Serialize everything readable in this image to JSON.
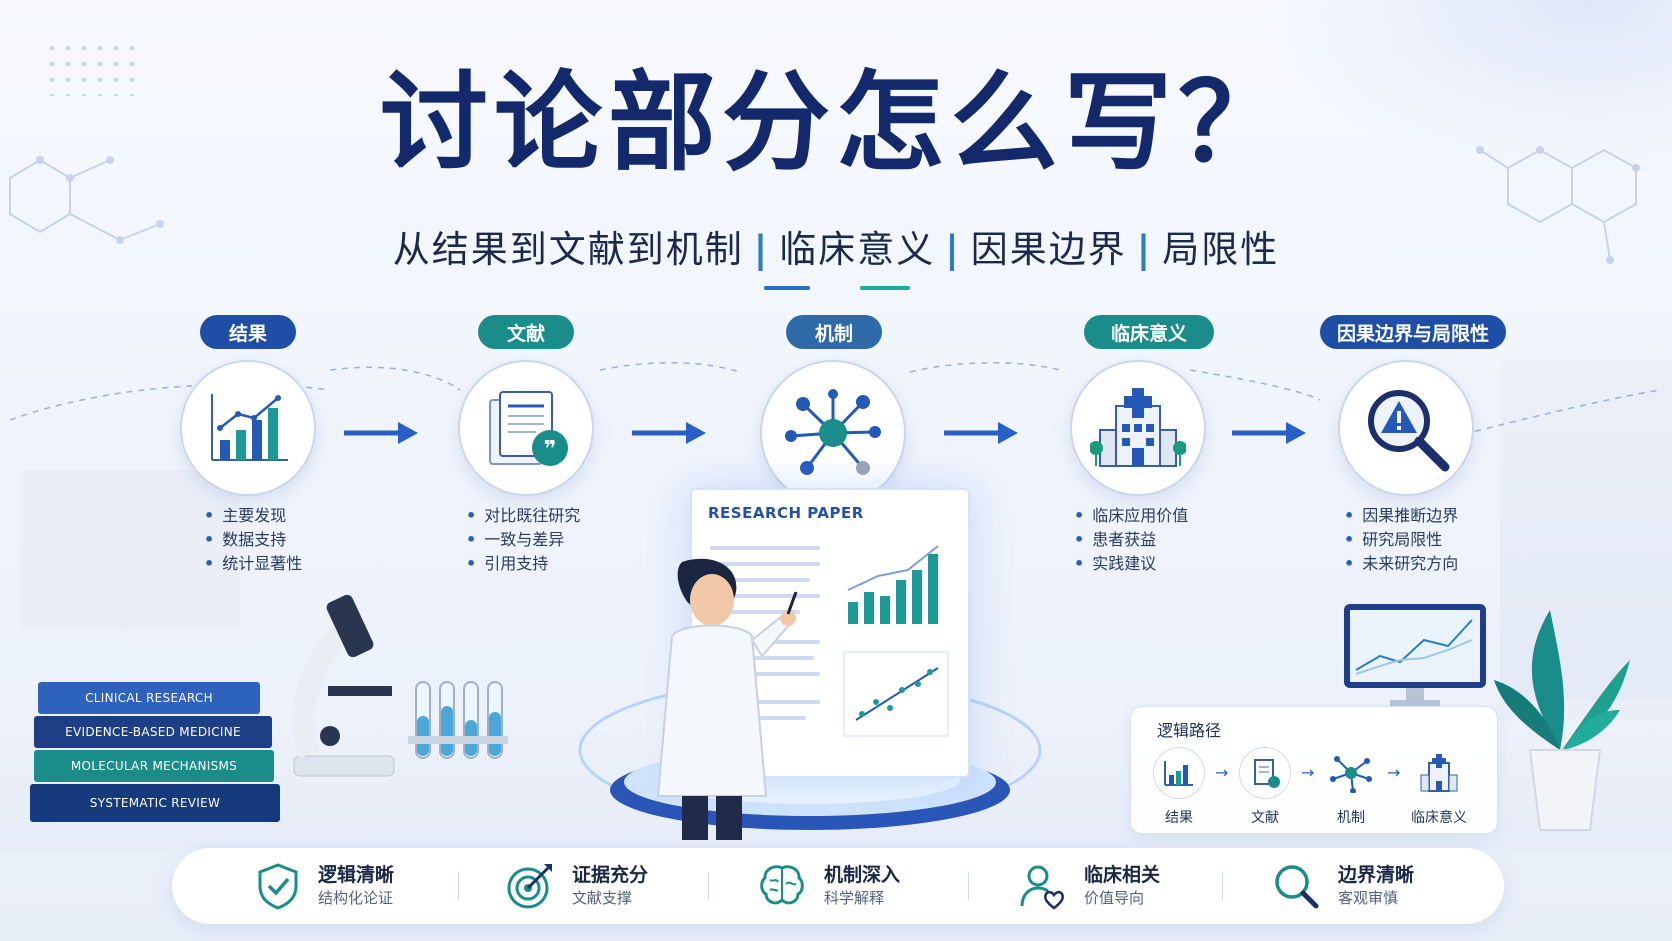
{
  "title": "讨论部分怎么写？",
  "subtitle": {
    "parts": [
      "从结果到文献到机制",
      "临床意义",
      "因果边界",
      "局限性"
    ],
    "separator": "|"
  },
  "steps": [
    {
      "label": "结果",
      "color": "#1f4ea6",
      "icon": "bar-chart-icon",
      "bullets": [
        "主要发现",
        "数据支持",
        "统计显著性"
      ]
    },
    {
      "label": "文献",
      "color": "#1a8c8a",
      "icon": "document-quote-icon",
      "bullets": [
        "对比既往研究",
        "一致与差异",
        "引用支持"
      ]
    },
    {
      "label": "机制",
      "color": "#2f6aa8",
      "icon": "molecule-network-icon",
      "bullets": []
    },
    {
      "label": "临床意义",
      "color": "#1a8c8a",
      "icon": "hospital-icon",
      "bullets": [
        "临床应用价值",
        "患者获益",
        "实践建议"
      ]
    },
    {
      "label": "因果边界与局限性",
      "color": "#1f4ea6",
      "icon": "magnifier-warning-icon",
      "bullets": [
        "因果推断边界",
        "研究局限性",
        "未来研究方向"
      ]
    }
  ],
  "paper": {
    "title": "RESEARCH PAPER"
  },
  "books": [
    "CLINICAL RESEARCH",
    "EVIDENCE-BASED MEDICINE",
    "MOLECULAR MECHANISMS",
    "SYSTEMATIC REVIEW"
  ],
  "logic_path": {
    "title": "逻辑路径",
    "items": [
      "结果",
      "文献",
      "机制",
      "临床意义"
    ]
  },
  "features": [
    {
      "title": "逻辑清晰",
      "sub": "结构化论证",
      "icon": "shield-check-icon"
    },
    {
      "title": "证据充分",
      "sub": "文献支撑",
      "icon": "target-icon"
    },
    {
      "title": "机制深入",
      "sub": "科学解释",
      "icon": "brain-icon"
    },
    {
      "title": "临床相关",
      "sub": "价值导向",
      "icon": "person-heart-icon"
    },
    {
      "title": "边界清晰",
      "sub": "客观审慎",
      "icon": "search-icon"
    }
  ]
}
